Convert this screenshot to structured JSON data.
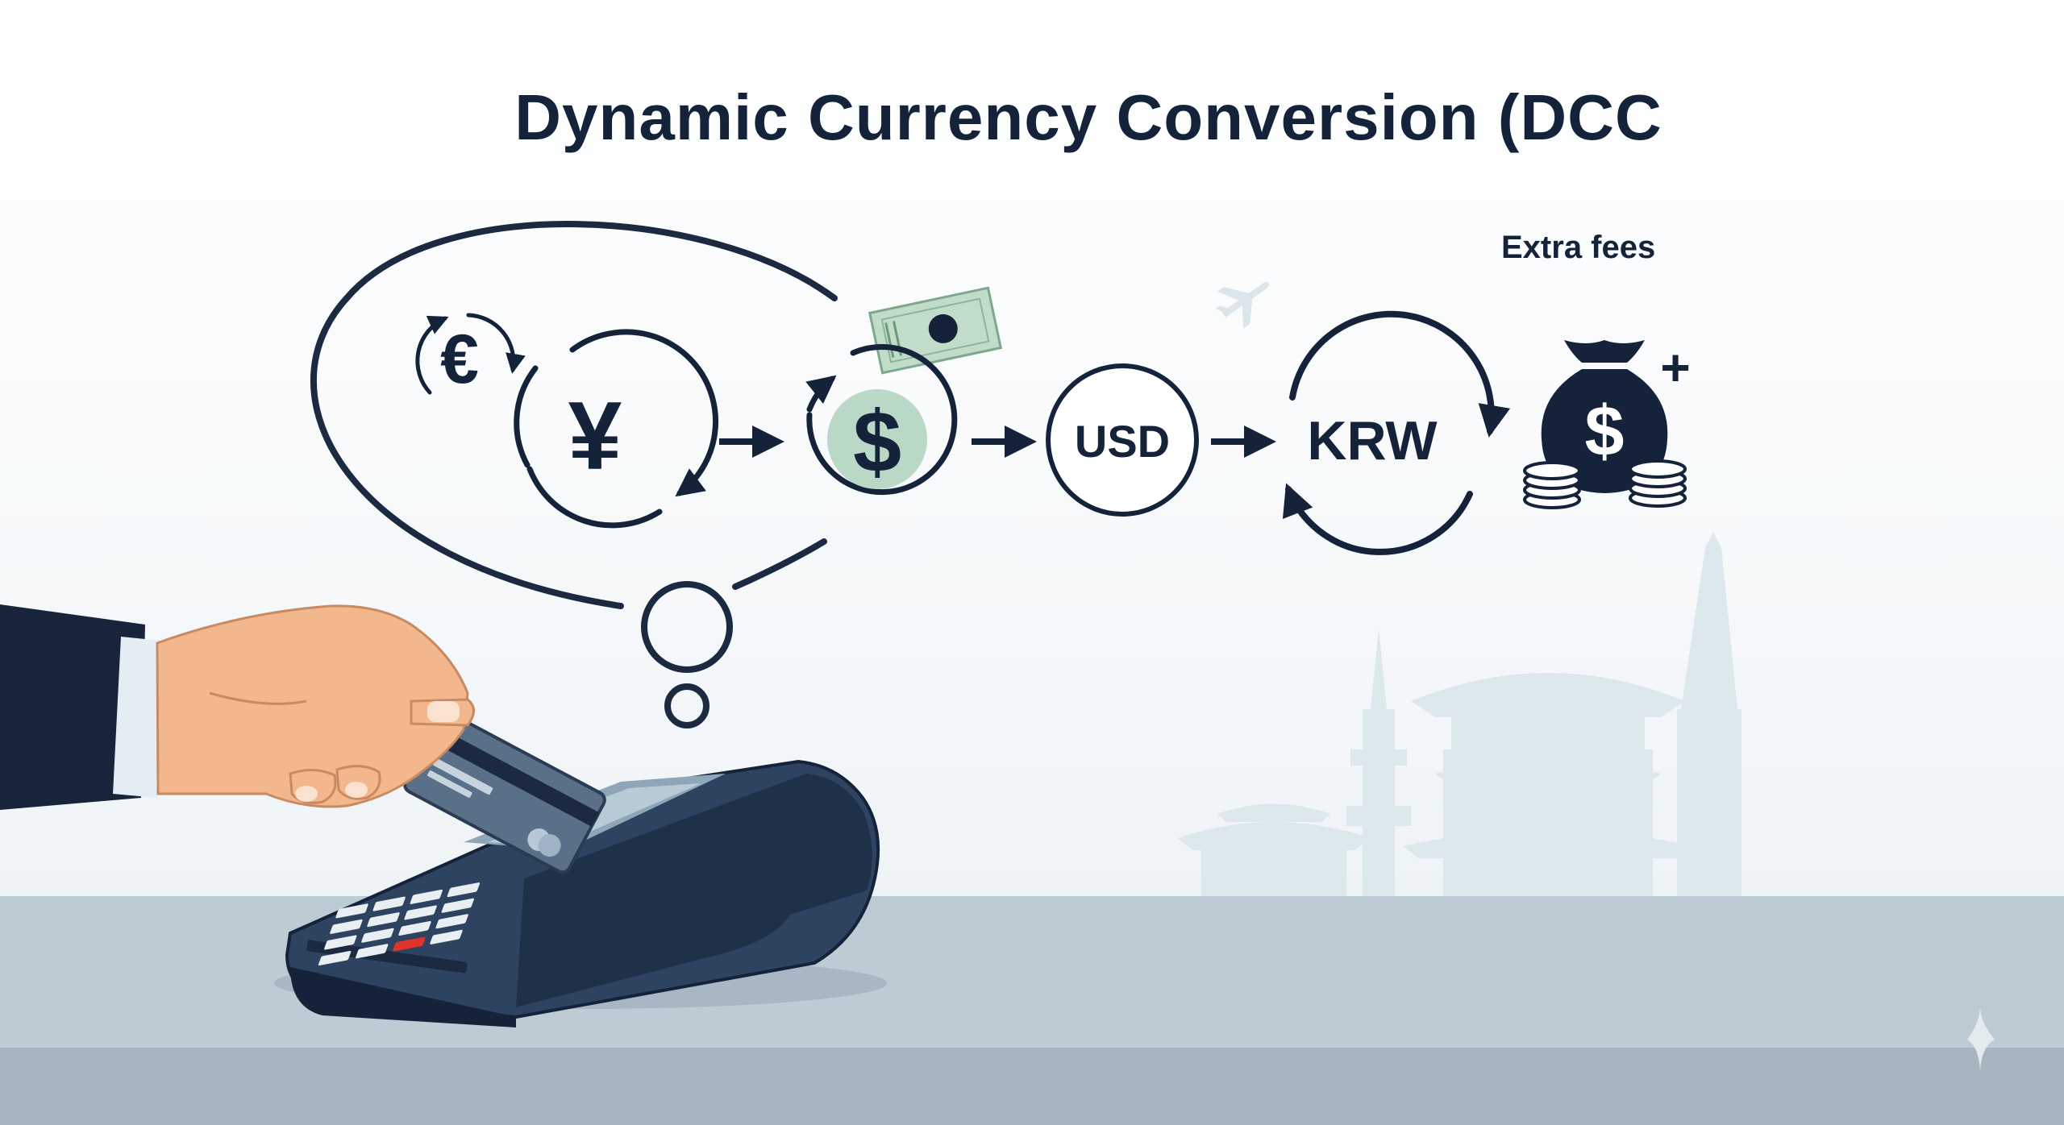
{
  "title": "Dynamic Currency Conversion (DCC",
  "flow": {
    "euro_symbol": "€",
    "yen_symbol": "¥",
    "dollar_symbol": "$",
    "usd_label": "USD",
    "krw_label": "KRW"
  },
  "fees": {
    "label": "Extra fees",
    "bag_symbol": "$",
    "plus_symbol": "+"
  },
  "colors": {
    "ink": "#15233a",
    "dollar_circle": "#b9d8c6",
    "terminal": "#2d4360",
    "skin": "#f2b78d",
    "counter": "#bccbd5"
  }
}
